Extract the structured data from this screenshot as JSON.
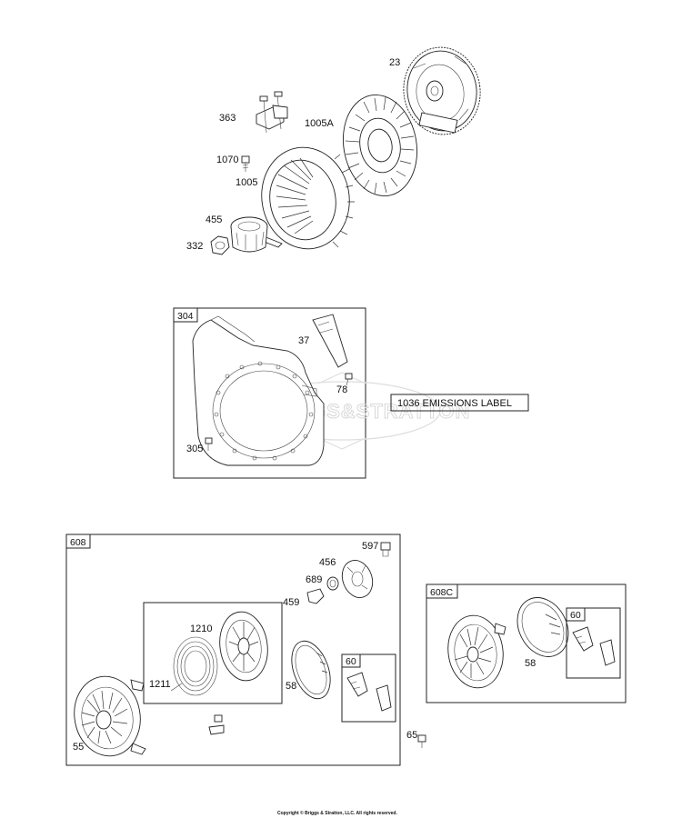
{
  "labels": {
    "p23": "23",
    "p363": "363",
    "p1005a": "1005A",
    "p1070": "1070",
    "p1005": "1005",
    "p455": "455",
    "p332": "332",
    "p304": "304",
    "p37": "37",
    "p78": "78",
    "p1036": "1036 EMISSIONS LABEL",
    "p305": "305",
    "p608": "608",
    "p597": "597",
    "p456": "456",
    "p689": "689",
    "p459": "459",
    "p1210": "1210",
    "p1211": "1211",
    "p58a": "58",
    "p60a": "60",
    "p55": "55",
    "p65": "65",
    "p608c": "608C",
    "p60b": "60",
    "p58b": "58"
  },
  "watermark": "BRIGGS&STRATTON",
  "copyright": "Copyright © Briggs & Stratton, LLC. All rights reserved."
}
